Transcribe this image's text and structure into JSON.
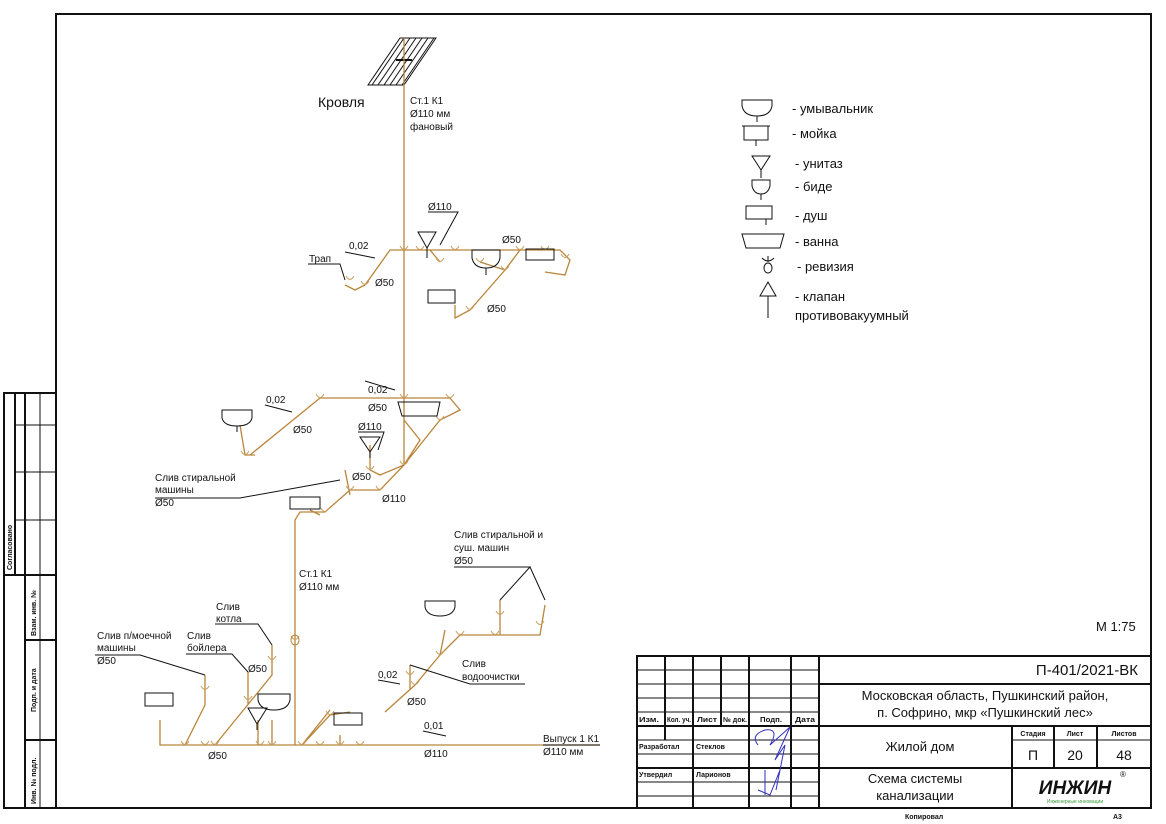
{
  "drawing": {
    "roof_label": "Кровля",
    "riser_top": [
      "Ст.1  К1",
      "Ø110 мм",
      "фановый"
    ],
    "riser_mid": [
      "Ст.1  К1",
      "Ø110 мм"
    ],
    "outlet": [
      "Выпуск 1 К1",
      "Ø110 мм"
    ],
    "labels": {
      "trap": "Трап",
      "d110_a": "Ø110",
      "d50_a": "Ø50",
      "d50_b": "Ø50",
      "d50_c": "Ø50",
      "slope_a": "0,02",
      "slope_b": "0,02",
      "slope_c": "0,02",
      "slope_d": "0,02",
      "slope_e": "0,01",
      "d50_d": "Ø50",
      "d50_e": "Ø50",
      "d110_b": "Ø110",
      "d50_f": "Ø50",
      "d110_c": "Ø110",
      "d50_g": "Ø50",
      "d50_h": "Ø50",
      "d50_i": "Ø50",
      "d110_d": "Ø110",
      "washer_drain": [
        "Слив стиральной",
        "машины",
        "Ø50"
      ],
      "wash_dry_drain": [
        "Слив стиральной и",
        "суш. машин",
        "Ø50"
      ],
      "dishwasher_drain": [
        "Слив п/моечной",
        "машины",
        "Ø50"
      ],
      "boiler_drain": [
        "Слив",
        "бойлера"
      ],
      "kettle_drain": [
        "Слив",
        "котла"
      ],
      "water_treatment_drain": [
        "Слив",
        "водоочистки"
      ]
    },
    "scale": "М 1:75"
  },
  "legend": [
    {
      "icon": "washbasin-icon",
      "label": "- умывальник"
    },
    {
      "icon": "sink-icon",
      "label": "- мойка"
    },
    {
      "icon": "toilet-icon",
      "label": "- унитаз"
    },
    {
      "icon": "bidet-icon",
      "label": "- биде"
    },
    {
      "icon": "shower-icon",
      "label": "- душ"
    },
    {
      "icon": "bathtub-icon",
      "label": "- ванна"
    },
    {
      "icon": "revision-icon",
      "label": "- ревизия"
    },
    {
      "icon": "vacuum-valve-icon",
      "label": "- клапан",
      "label2": "противовакуумный"
    }
  ],
  "side_stamp": {
    "agreed": "Согласовано",
    "replaced_inv": "Взам. инв. №",
    "sign_date": "Подп. и дата",
    "inv_orig": "Инв. № подл."
  },
  "title_block": {
    "code": "П-401/2021-ВК",
    "address": [
      "Московская область, Пушкинский район,",
      "п. Софрино, мкр «Пушкинский лес»"
    ],
    "headers": [
      "Изм.",
      "Кол. уч.",
      "Лист",
      "№ док.",
      "Подп.",
      "Дата"
    ],
    "developed_role": "Разработал",
    "developed_name": "Стеклов",
    "approved_role": "Утвердил",
    "approved_name": "Ларионов",
    "object": "Жилой дом",
    "stage_header": "Стадия",
    "sheet_header": "Лист",
    "sheets_header": "Листов",
    "stage": "П",
    "sheet": "20",
    "sheets": "48",
    "sheet_title": [
      "Схема системы",
      "канализации"
    ],
    "logo": "ИНЖИН",
    "logo_sub": "Инженерные инновации",
    "copied": "Копировал",
    "format": "А3"
  }
}
